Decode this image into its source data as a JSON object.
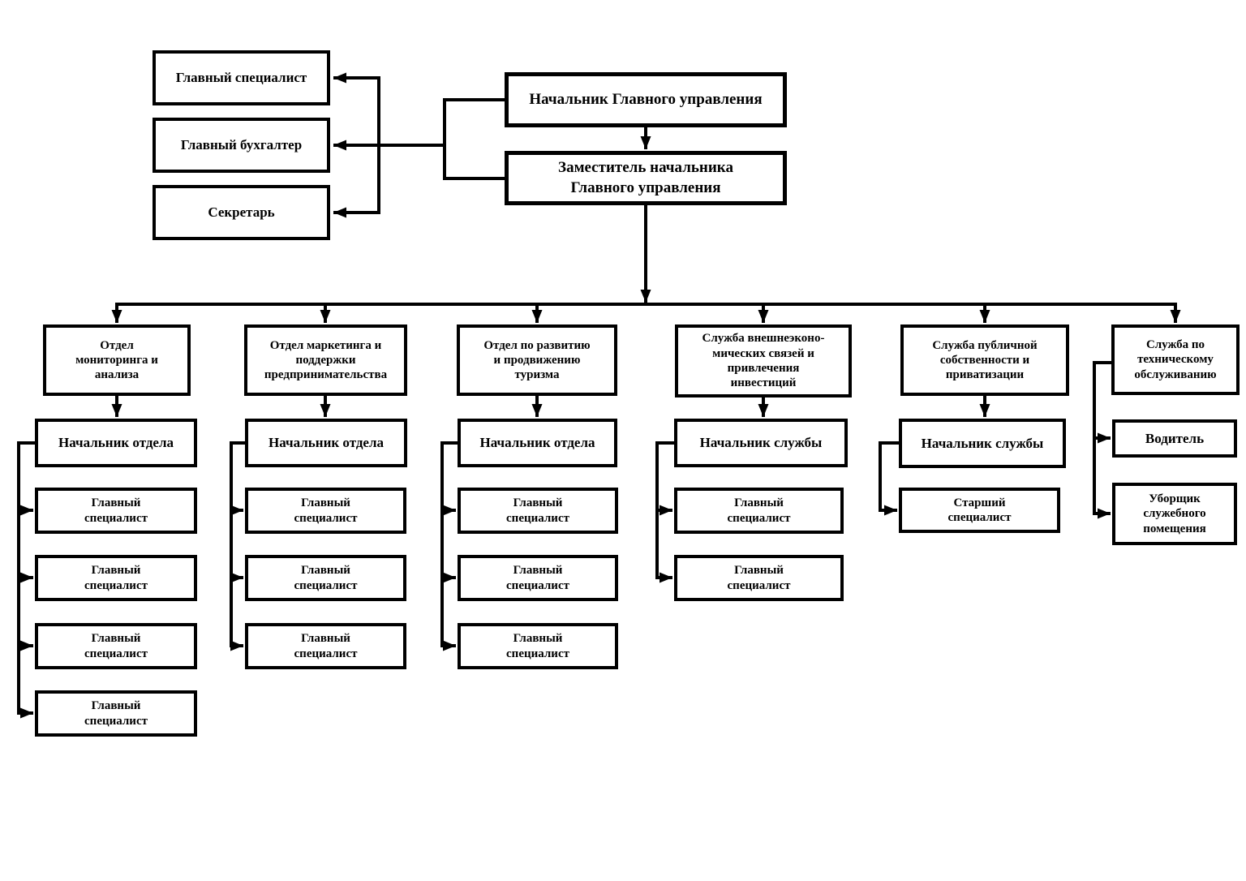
{
  "palette": {
    "line": "#000000",
    "box_border": "#000000",
    "box_bg": "#ffffff",
    "page_bg": "#ffffff",
    "text": "#000000"
  },
  "executive": {
    "head": "Начальник Главного управления",
    "deputy": "Заместитель начальника\nГлавного управления",
    "staff": [
      "Главный специалист",
      "Главный бухгалтер",
      "Секретарь"
    ]
  },
  "columns": [
    {
      "department": "Отдел\nмониторинга и\nанализа",
      "manager": "Начальник отдела",
      "subordinates": [
        "Главный\nспециалист",
        "Главный\nспециалист",
        "Главный\nспециалист",
        "Главный\nспециалист"
      ]
    },
    {
      "department": "Отдел маркетинга и\nподдержки\nпредпринимательства",
      "manager": "Начальник отдела",
      "subordinates": [
        "Главный\nспециалист",
        "Главный\nспециалист",
        "Главный\nспециалист"
      ]
    },
    {
      "department": "Отдел по развитию\nи продвижению\nтуризма",
      "manager": "Начальник отдела",
      "subordinates": [
        "Главный\nспециалист",
        "Главный\nспециалист",
        "Главный\nспециалист"
      ]
    },
    {
      "department": "Служба внешнеэконо-\nмических связей и\nпривлечения\nинвестиций",
      "manager": "Начальник службы",
      "subordinates": [
        "Главный\nспециалист",
        "Главный\nспециалист"
      ]
    },
    {
      "department": "Служба публичной\nсобственности и\nприватизации",
      "manager": "Начальник службы",
      "subordinates": [
        "Старший\nспециалист"
      ]
    },
    {
      "department": "Служба по\nтехническому\nобслуживанию",
      "subordinates": [
        "Водитель",
        "Уборщик\nслужебного\nпомещения"
      ]
    }
  ]
}
